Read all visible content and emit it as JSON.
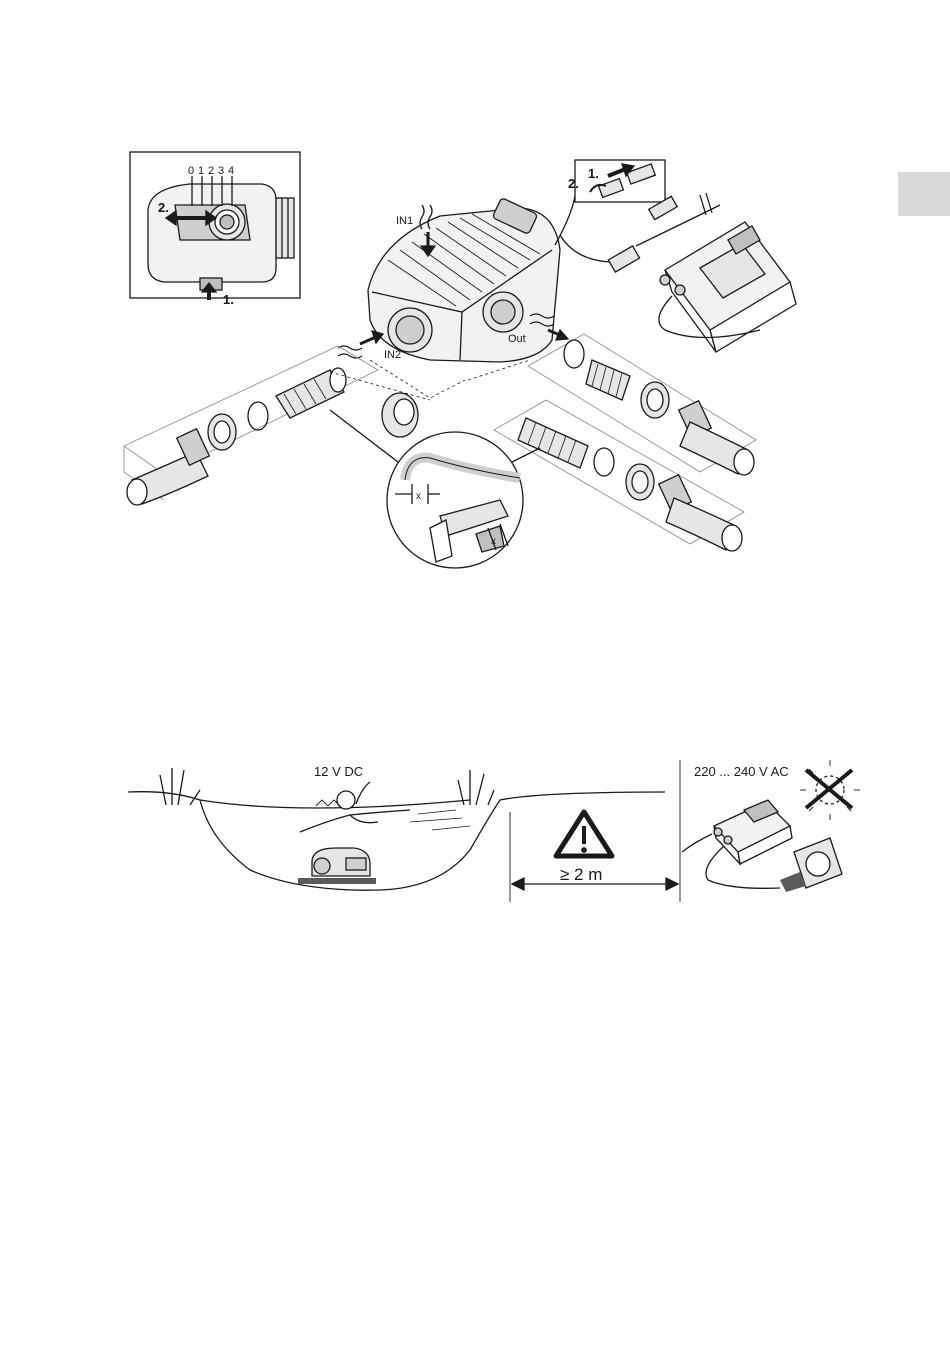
{
  "figure1": {
    "inset": {
      "scale": [
        "0",
        "1",
        "2",
        "3",
        "4"
      ],
      "step2": "2.",
      "step1": "1."
    },
    "cable_steps": {
      "step1": "1.",
      "step2": "2."
    },
    "ports": {
      "in1": "IN1",
      "in2": "IN2",
      "out": "Out"
    },
    "detail": {
      "x1": "x",
      "x2": "x"
    }
  },
  "figure2": {
    "voltage_low": "12 V DC",
    "voltage_high": "220 ... 240 V AC",
    "distance": "≥ 2 m"
  },
  "colors": {
    "line": "#1a1a1a",
    "fill_light": "#e6e6e6",
    "fill_mid": "#bfbfbf",
    "tab": "#d9d9d9"
  }
}
